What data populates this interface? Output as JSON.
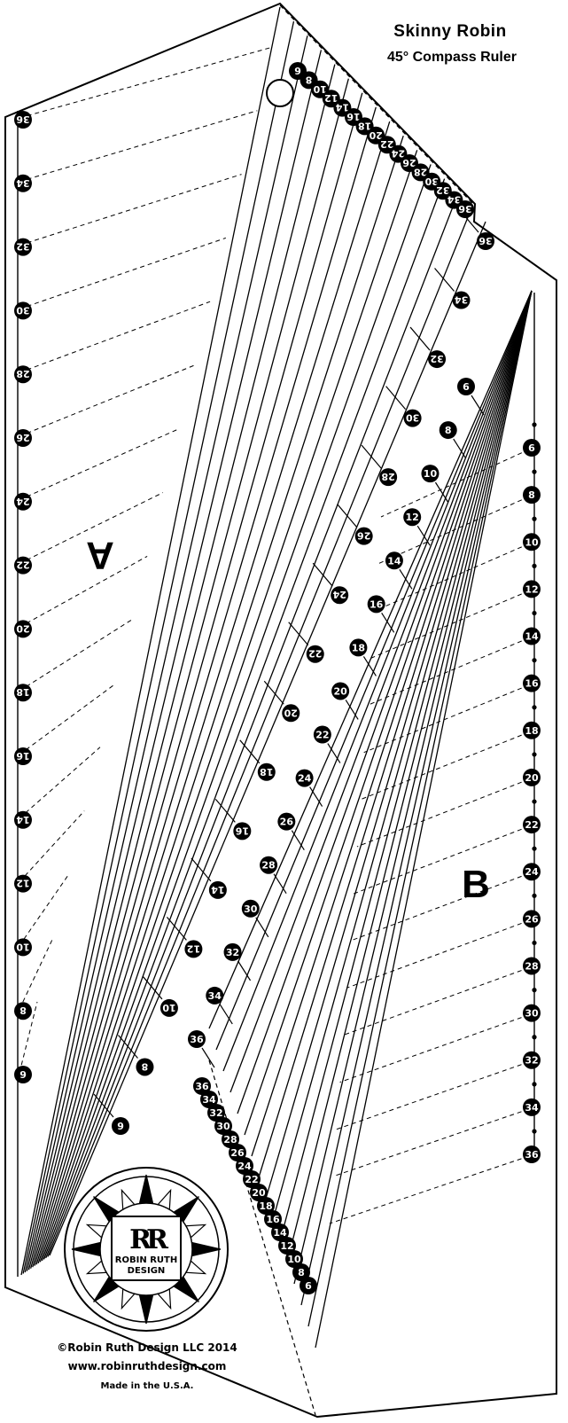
{
  "header": {
    "title": "Skinny Robin",
    "subtitle": "45° Compass Ruler"
  },
  "regions": {
    "a": "A",
    "b": "B"
  },
  "logo": {
    "line1": "ROBIN RUTH",
    "line2": "DESIGN",
    "monogram": "RR"
  },
  "footer": {
    "copyright": "©Robin Ruth Design LLC 2014",
    "website": "www.robinruthdesign.com",
    "origin": "Made in the U.S.A."
  },
  "scales": {
    "left_edge": [
      "36",
      "34",
      "32",
      "30",
      "28",
      "26",
      "24",
      "22",
      "20",
      "18",
      "16",
      "14",
      "12",
      "10",
      "8",
      "6"
    ],
    "right_edge": [
      "6",
      "8",
      "10",
      "12",
      "14",
      "16",
      "18",
      "20",
      "22",
      "24",
      "26",
      "28",
      "30",
      "32",
      "34",
      "36"
    ],
    "upper_diagonal": [
      "36",
      "34",
      "32",
      "30",
      "28",
      "26",
      "24",
      "22",
      "20",
      "18",
      "16",
      "14",
      "12",
      "10",
      "8",
      "6"
    ],
    "middle_diagonal": [
      "6",
      "8",
      "10",
      "12",
      "14",
      "16",
      "18",
      "20",
      "22",
      "24",
      "26",
      "28",
      "30",
      "32",
      "34",
      "36"
    ],
    "top_fan": [
      "6",
      "8",
      "10",
      "12",
      "14",
      "16",
      "18",
      "20",
      "22",
      "24",
      "26",
      "28",
      "30",
      "32",
      "34",
      "36"
    ],
    "bottom_fan": [
      "36",
      "34",
      "32",
      "30",
      "28",
      "26",
      "24",
      "22",
      "20",
      "18",
      "16",
      "14",
      "12",
      "10",
      "8",
      "6"
    ]
  },
  "colors": {
    "ink": "#000000",
    "paper": "#ffffff"
  }
}
